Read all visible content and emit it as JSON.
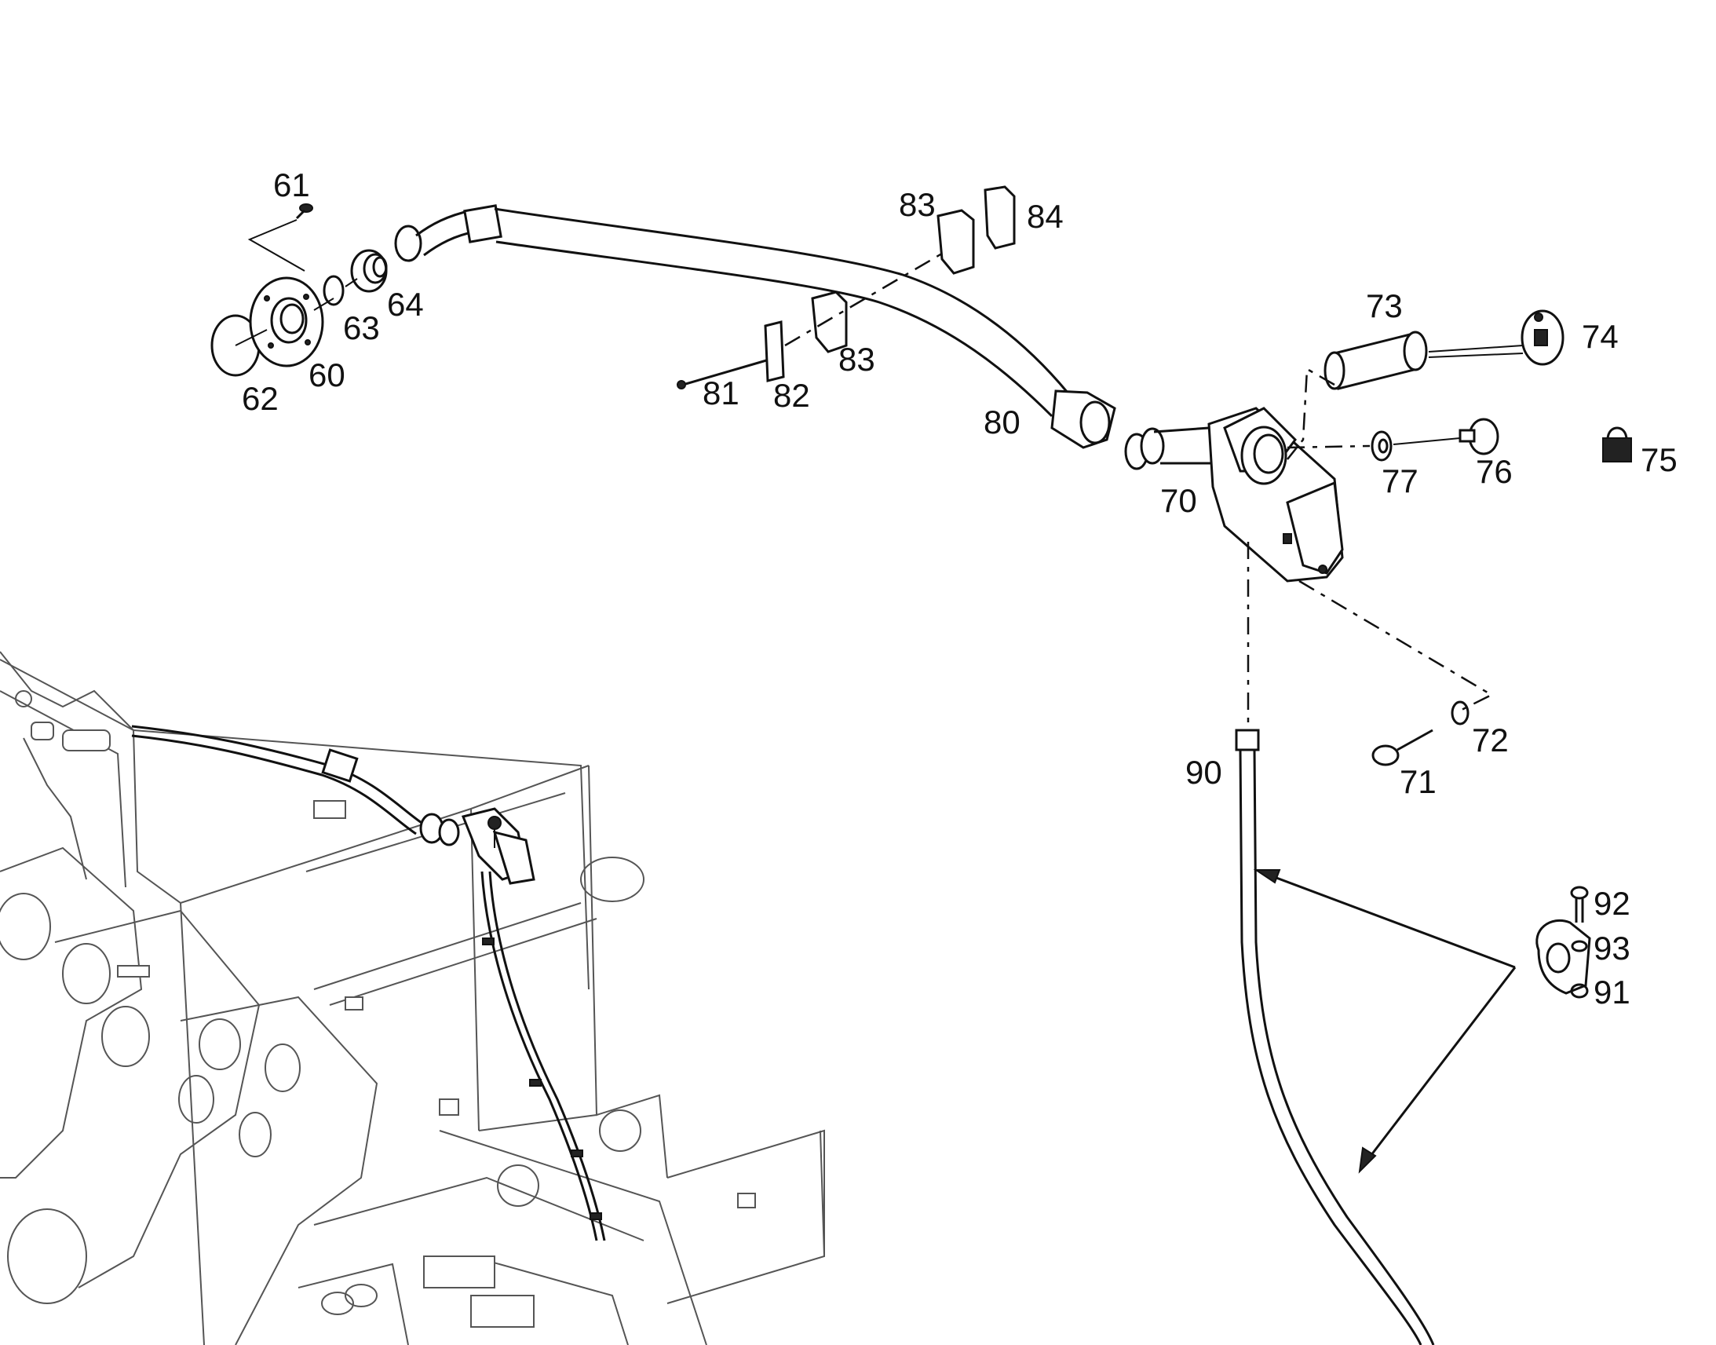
{
  "labels": {
    "p60": "60",
    "p61": "61",
    "p62": "62",
    "p63": "63",
    "p64": "64",
    "p70": "70",
    "p71": "71",
    "p72": "72",
    "p73": "73",
    "p74": "74",
    "p75": "75",
    "p76": "76",
    "p77": "77",
    "p80": "80",
    "p81": "81",
    "p82": "82",
    "p83a": "83",
    "p83b": "83",
    "p84": "84",
    "p90": "90",
    "p91": "91",
    "p92": "92",
    "p93": "93"
  }
}
